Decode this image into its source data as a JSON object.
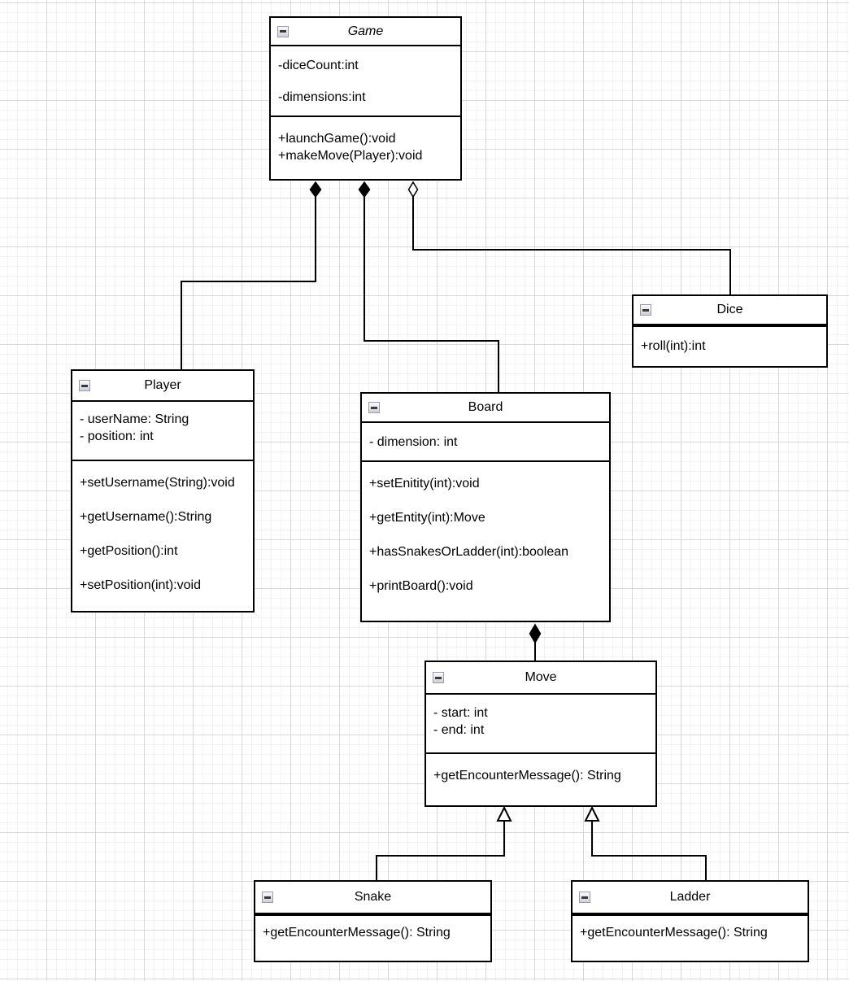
{
  "canvas": {
    "background_color": "#ffffff",
    "grid_minor_color": "#f3f3f3",
    "grid_major_color": "#d9d9d9",
    "line_color": "#000000"
  },
  "classes": {
    "game": {
      "title": "Game",
      "abstract": true,
      "attributes": [
        "-diceCount:int",
        "-dimensions:int"
      ],
      "methods": [
        "+launchGame():void",
        "+makeMove(Player):void"
      ]
    },
    "dice": {
      "title": "Dice",
      "attributes": [],
      "methods": [
        "+roll(int):int"
      ]
    },
    "player": {
      "title": "Player",
      "attributes": [
        "- userName: String",
        "- position: int"
      ],
      "methods": [
        "+setUsername(String):void",
        "+getUsername():String",
        "+getPosition():int",
        "+setPosition(int):void"
      ]
    },
    "board": {
      "title": "Board",
      "attributes": [
        "- dimension: int"
      ],
      "methods": [
        "+setEnitity(int):void",
        "+getEntity(int):Move",
        "+hasSnakesOrLadder(int):boolean",
        "+printBoard():void"
      ]
    },
    "move": {
      "title": "Move",
      "attributes": [
        "- start: int",
        "- end: int"
      ],
      "methods": [
        "+getEncounterMessage(): String"
      ]
    },
    "snake": {
      "title": "Snake",
      "attributes": [],
      "methods": [
        "+getEncounterMessage(): String"
      ]
    },
    "ladder": {
      "title": "Ladder",
      "attributes": [],
      "methods": [
        "+getEncounterMessage(): String"
      ]
    }
  },
  "relationships": [
    {
      "from": "Game",
      "to": "Player",
      "type": "composition",
      "marker": "filled-diamond"
    },
    {
      "from": "Game",
      "to": "Board",
      "type": "composition",
      "marker": "filled-diamond"
    },
    {
      "from": "Game",
      "to": "Dice",
      "type": "aggregation",
      "marker": "hollow-diamond"
    },
    {
      "from": "Board",
      "to": "Move",
      "type": "composition",
      "marker": "filled-diamond"
    },
    {
      "from": "Snake",
      "to": "Move",
      "type": "generalization",
      "marker": "hollow-triangle"
    },
    {
      "from": "Ladder",
      "to": "Move",
      "type": "generalization",
      "marker": "hollow-triangle"
    }
  ]
}
